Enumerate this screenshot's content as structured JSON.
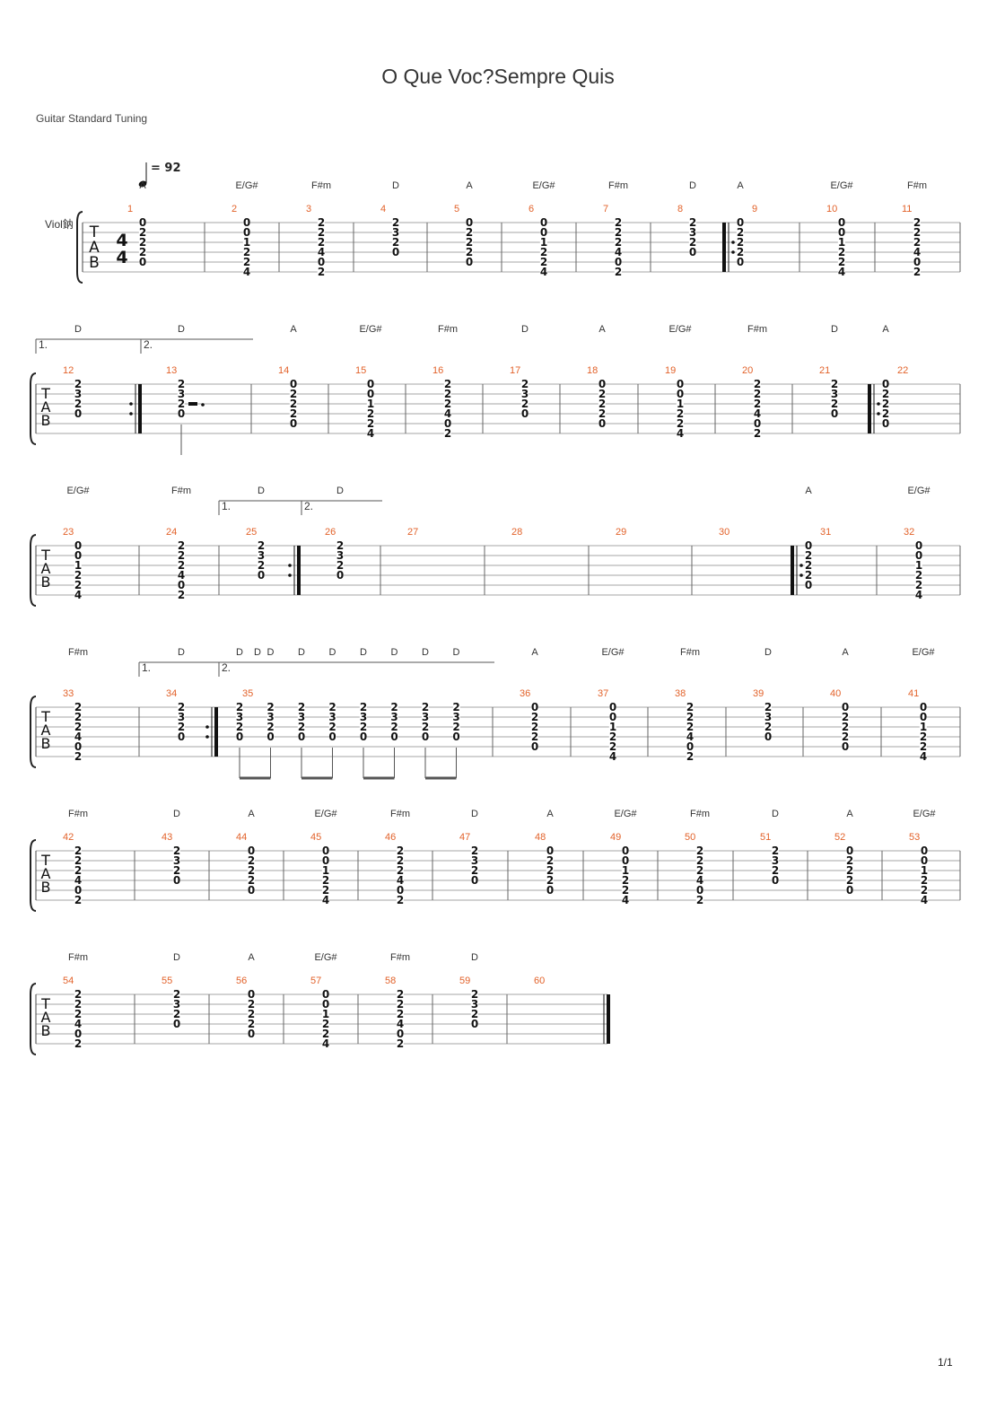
{
  "title": "O Que Voc?Sempre Quis",
  "tuning": "Guitar Standard Tuning",
  "instrument": "Viol鈉",
  "tempo": "= 92",
  "time_signature": [
    "4",
    "4"
  ],
  "tab_letters": [
    "T",
    "A",
    "B"
  ],
  "page_number": "1/1",
  "chord_shapes": {
    "A": [
      "0",
      "2",
      "2",
      "2",
      "0",
      ""
    ],
    "E/G#": [
      "0",
      "0",
      "1",
      "2",
      "2",
      "4"
    ],
    "F#m": [
      "2",
      "2",
      "2",
      "4",
      "0",
      "2"
    ],
    "D": [
      "2",
      "3",
      "2",
      "0",
      "",
      ""
    ]
  },
  "systems": [
    {
      "measures": [
        {
          "n": "1",
          "chord": "A",
          "shape": "A"
        },
        {
          "n": "2",
          "chord": "E/G#",
          "shape": "E/G#"
        },
        {
          "n": "3",
          "chord": "F#m",
          "shape": "F#m"
        },
        {
          "n": "4",
          "chord": "D",
          "shape": "D"
        },
        {
          "n": "5",
          "chord": "A",
          "shape": "A"
        },
        {
          "n": "6",
          "chord": "E/G#",
          "shape": "E/G#"
        },
        {
          "n": "7",
          "chord": "F#m",
          "shape": "F#m"
        },
        {
          "n": "8",
          "chord": "D",
          "shape": "D"
        },
        {
          "n": "9",
          "chord": "A",
          "shape": "A",
          "repeat_start": true
        },
        {
          "n": "10",
          "chord": "E/G#",
          "shape": "E/G#"
        },
        {
          "n": "11",
          "chord": "F#m",
          "shape": "F#m"
        }
      ]
    },
    {
      "endings": [
        "1.",
        "2."
      ],
      "measures": [
        {
          "n": "12",
          "chord": "D",
          "shape": "D",
          "repeat_end": true
        },
        {
          "n": "13",
          "chord": "D",
          "shape": "D",
          "rest": true
        },
        {
          "n": "14",
          "chord": "A",
          "shape": "A"
        },
        {
          "n": "15",
          "chord": "E/G#",
          "shape": "E/G#"
        },
        {
          "n": "16",
          "chord": "F#m",
          "shape": "F#m"
        },
        {
          "n": "17",
          "chord": "D",
          "shape": "D"
        },
        {
          "n": "18",
          "chord": "A",
          "shape": "A"
        },
        {
          "n": "19",
          "chord": "E/G#",
          "shape": "E/G#"
        },
        {
          "n": "20",
          "chord": "F#m",
          "shape": "F#m"
        },
        {
          "n": "21",
          "chord": "D",
          "shape": "D"
        },
        {
          "n": "22",
          "chord": "A",
          "shape": "A",
          "repeat_start": true
        }
      ]
    },
    {
      "endings": [
        "1.",
        "2."
      ],
      "measures": [
        {
          "n": "23",
          "chord": "E/G#",
          "shape": "E/G#"
        },
        {
          "n": "24",
          "chord": "F#m",
          "shape": "F#m"
        },
        {
          "n": "25",
          "chord": "D",
          "shape": "D",
          "repeat_end": true
        },
        {
          "n": "26",
          "chord": "D",
          "shape": "D"
        },
        {
          "n": "27",
          "chord": "",
          "shape": ""
        },
        {
          "n": "28",
          "chord": "",
          "shape": ""
        },
        {
          "n": "29",
          "chord": "",
          "shape": ""
        },
        {
          "n": "30",
          "chord": "",
          "shape": ""
        },
        {
          "n": "31",
          "chord": "A",
          "shape": "A",
          "repeat_start": true
        },
        {
          "n": "32",
          "chord": "E/G#",
          "shape": "E/G#"
        }
      ]
    },
    {
      "endings": [
        "1.",
        "2."
      ],
      "measures": [
        {
          "n": "33",
          "chord": "F#m",
          "shape": "F#m"
        },
        {
          "n": "34",
          "chord": "D",
          "shape": "D",
          "repeat_end": true
        },
        {
          "n": "35",
          "chord": "D",
          "shape": "D",
          "eighths": true
        },
        {
          "n": "36",
          "chord": "A",
          "shape": "A"
        },
        {
          "n": "37",
          "chord": "E/G#",
          "shape": "E/G#"
        },
        {
          "n": "38",
          "chord": "F#m",
          "shape": "F#m"
        },
        {
          "n": "39",
          "chord": "D",
          "shape": "D"
        },
        {
          "n": "40",
          "chord": "A",
          "shape": "A"
        },
        {
          "n": "41",
          "chord": "E/G#",
          "shape": "E/G#"
        }
      ]
    },
    {
      "measures": [
        {
          "n": "42",
          "chord": "F#m",
          "shape": "F#m"
        },
        {
          "n": "43",
          "chord": "D",
          "shape": "D"
        },
        {
          "n": "44",
          "chord": "A",
          "shape": "A"
        },
        {
          "n": "45",
          "chord": "E/G#",
          "shape": "E/G#"
        },
        {
          "n": "46",
          "chord": "F#m",
          "shape": "F#m"
        },
        {
          "n": "47",
          "chord": "D",
          "shape": "D"
        },
        {
          "n": "48",
          "chord": "A",
          "shape": "A"
        },
        {
          "n": "49",
          "chord": "E/G#",
          "shape": "E/G#"
        },
        {
          "n": "50",
          "chord": "F#m",
          "shape": "F#m"
        },
        {
          "n": "51",
          "chord": "D",
          "shape": "D"
        },
        {
          "n": "52",
          "chord": "A",
          "shape": "A"
        },
        {
          "n": "53",
          "chord": "E/G#",
          "shape": "E/G#"
        }
      ]
    },
    {
      "measures": [
        {
          "n": "54",
          "chord": "F#m",
          "shape": "F#m"
        },
        {
          "n": "55",
          "chord": "D",
          "shape": "D"
        },
        {
          "n": "56",
          "chord": "A",
          "shape": "A"
        },
        {
          "n": "57",
          "chord": "E/G#",
          "shape": "E/G#"
        },
        {
          "n": "58",
          "chord": "F#m",
          "shape": "F#m"
        },
        {
          "n": "59",
          "chord": "D",
          "shape": "D"
        },
        {
          "n": "60",
          "chord": "",
          "shape": "",
          "final": true
        }
      ]
    }
  ]
}
